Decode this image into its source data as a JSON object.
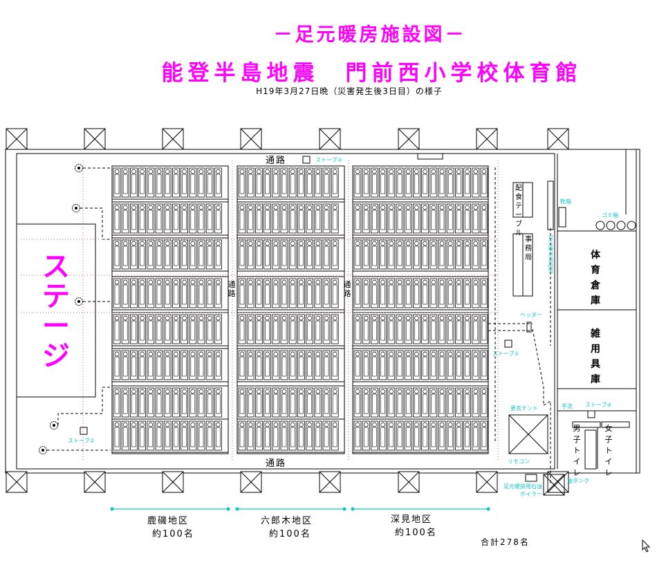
{
  "header": {
    "title": "－足元暖房施設図－",
    "title2": "能登半島地震　門前西小学校体育館",
    "subtitle": "H19年3月27日晩（災害発生後3日目）の様子"
  },
  "plan": {
    "stage": "ステージ",
    "aisle": "通路",
    "aisle_left": "通路",
    "aisle_right": "通路",
    "aisle_bottom": "通路",
    "stove_top": "ストーブ③",
    "stove_1": "ストーブ①",
    "stove_2": "ストーブ②",
    "stove_4": "ストーブ④",
    "serving_table": "配食テーブル",
    "office": "事務局",
    "header_label": "ヘッダー",
    "tent": "更衣テント",
    "remote": "リモコン",
    "boiler": "足元暖房用石油ボイラー",
    "oil_tank": "油タンク",
    "storage_gym": "体育倉庫",
    "storage_misc": "雑用具庫",
    "toilet_m": "男子トイレ",
    "toilet_f": "女子トイレ",
    "trash": "ゴミ箱",
    "sink": "手洗",
    "shoe": "靴箱",
    "side_label": "足元暖房用配管"
  },
  "districts": [
    {
      "name": "鹿磯地区",
      "count": "約100名"
    },
    {
      "name": "六郎木地区",
      "count": "約100名"
    },
    {
      "name": "深見地区",
      "count": "約100名"
    }
  ],
  "total": "合計278名",
  "colors": {
    "title": "#ff00ff",
    "annotation": "#19c6c6",
    "line": "#000000"
  }
}
